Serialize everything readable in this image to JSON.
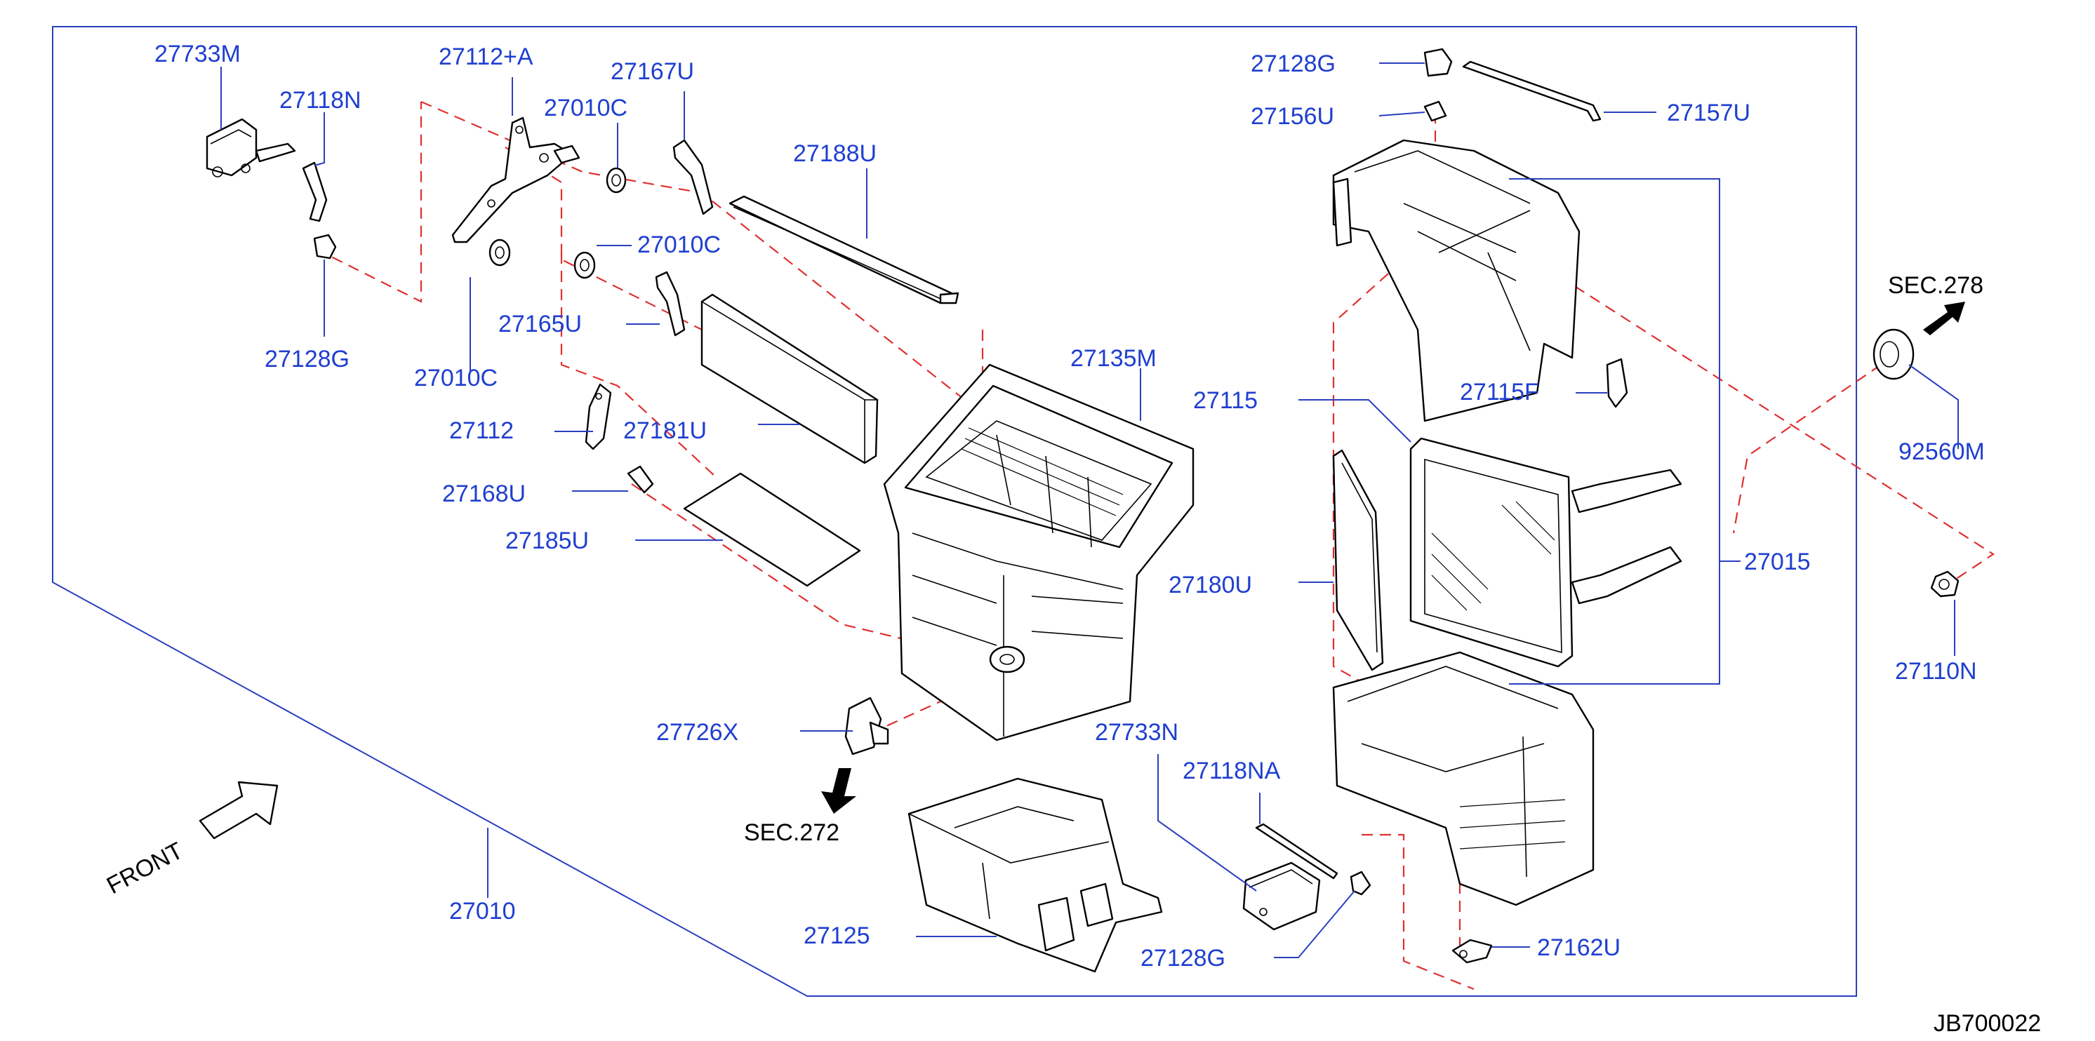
{
  "drawing_id": "JB700022",
  "front_label": "FRONT",
  "sections": {
    "sec_278": "SEC.278",
    "sec_272": "SEC.272"
  },
  "labels": {
    "p27733M": "27733M",
    "p27118N": "27118N",
    "p27112A": "27112+A",
    "p27167U": "27167U",
    "p27010C_a": "27010C",
    "p27010C_b": "27010C",
    "p27010C_c": "27010C",
    "p27188U": "27188U",
    "p27128G_a": "27128G",
    "p27165U": "27165U",
    "p27112": "27112",
    "p27181U": "27181U",
    "p27168U": "27168U",
    "p27185U": "27185U",
    "p27135M": "27135M",
    "p27726X": "27726X",
    "p27010": "27010",
    "p27125": "27125",
    "p27733N": "27733N",
    "p27118NA": "27118NA",
    "p27128G_b": "27128G",
    "p27128G_c": "27128G",
    "p27156U": "27156U",
    "p27157U": "27157U",
    "p27115": "27115",
    "p27115F": "27115F",
    "p27180U": "27180U",
    "p27015": "27015",
    "p27162U": "27162U",
    "p92560M": "92560M",
    "p27110N": "27110N"
  },
  "colors": {
    "label": "#1f3fd0",
    "leader": "#2a3fbf",
    "dashed_guide": "#e03030",
    "part_outline": "#000000"
  }
}
